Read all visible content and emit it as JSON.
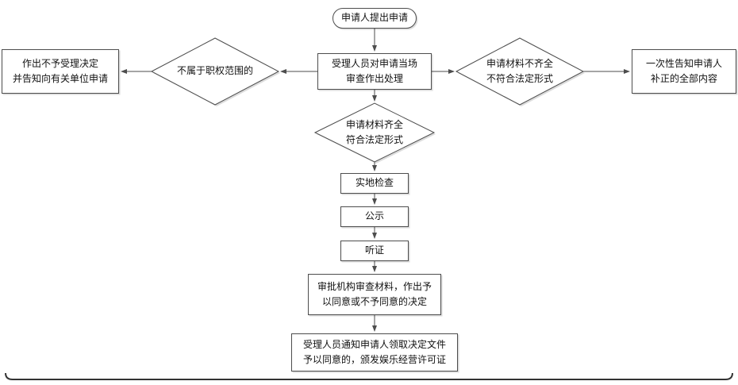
{
  "diagram": {
    "type": "flowchart",
    "nodes": {
      "start": "申请人提出申请",
      "review": "受理人员对申请当场\n审查作出处理",
      "left_decision": "不属于职权范围的",
      "left_result": "作出不予受理决定\n并告知向有关单位申请",
      "right_decision": "申请材料不齐全\n不符合法定形式",
      "right_result": "一次性告知申请人\n补正的全部内容",
      "pass_decision": "申请材料齐全\n符合法定形式",
      "site_check": "实地检查",
      "publicity": "公示",
      "hearing": "听证",
      "approval": "审批机构审查材料，作出予\n以同意或不予同意的决定",
      "final": "受理人员通知申请人领取决定文件\n予以同意的，颁发娱乐经营许可证"
    },
    "colors": {
      "node_border": "#4d4d4d",
      "node_fill": "#ffffff",
      "connector": "#4d4d4d",
      "text": "#111111",
      "frame_line": "#333333"
    }
  }
}
